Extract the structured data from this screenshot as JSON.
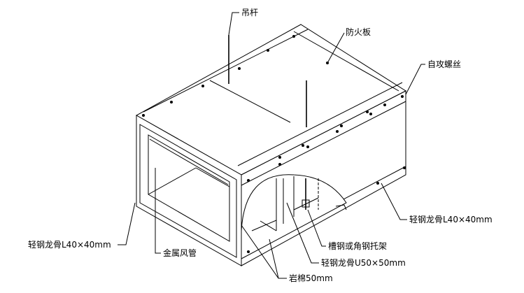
{
  "labels": {
    "hanger_rod": "吊杆",
    "fire_board": "防火板",
    "self_tapping_screw": "自攻螺丝",
    "light_steel_keel_right": "轻钢龙骨L40×40mm",
    "channel_bracket": "槽钢或角钢托架",
    "light_steel_keel_u": "轻钢龙骨U50×50mm",
    "rock_wool": "岩棉50mm",
    "metal_duct": "金属风管",
    "light_steel_keel_left": "轻钢龙骨L40×40mm"
  }
}
